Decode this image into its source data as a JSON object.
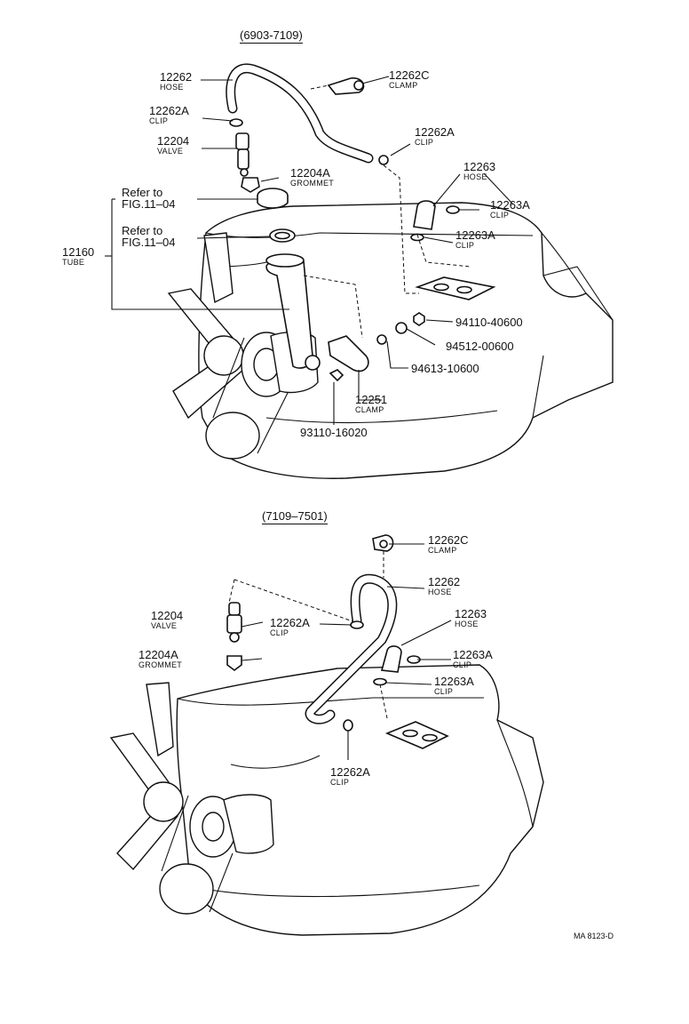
{
  "headers": {
    "top": "(6903-7109)",
    "bottom": "(7109–7501)"
  },
  "top_labels": [
    {
      "id": "t-12262",
      "num": "12262",
      "sub": "HOSE"
    },
    {
      "id": "t-12262c",
      "num": "12262C",
      "sub": "CLAMP"
    },
    {
      "id": "t-12262a-1",
      "num": "12262A",
      "sub": "CLIP"
    },
    {
      "id": "t-12204",
      "num": "12204",
      "sub": "VALVE"
    },
    {
      "id": "t-12262a-2",
      "num": "12262A",
      "sub": "CLIP"
    },
    {
      "id": "t-12204a",
      "num": "12204A",
      "sub": "GROMMET"
    },
    {
      "id": "t-12263",
      "num": "12263",
      "sub": "HOSE"
    },
    {
      "id": "t-12263a-1",
      "num": "12263A",
      "sub": "CLIP"
    },
    {
      "id": "t-12263a-2",
      "num": "12263A",
      "sub": "CLIP"
    },
    {
      "id": "t-12160",
      "num": "12160",
      "sub": "TUBE"
    },
    {
      "id": "t-94110",
      "num": "94110-40600",
      "sub": ""
    },
    {
      "id": "t-94512",
      "num": "94512-00600",
      "sub": ""
    },
    {
      "id": "t-94613",
      "num": "94613-10600",
      "sub": ""
    },
    {
      "id": "t-12251",
      "num": "12251",
      "sub": "CLAMP"
    },
    {
      "id": "t-93110",
      "num": "93110-16020",
      "sub": ""
    }
  ],
  "refer": [
    {
      "line1": "Refer  to",
      "line2": "FIG.11–04"
    },
    {
      "line1": "Refer  to",
      "line2": "FIG.11–04"
    }
  ],
  "bottom_labels": [
    {
      "id": "b-12262c",
      "num": "12262C",
      "sub": "CLAMP"
    },
    {
      "id": "b-12262",
      "num": "12262",
      "sub": "HOSE"
    },
    {
      "id": "b-12204",
      "num": "12204",
      "sub": "VALVE"
    },
    {
      "id": "b-12262a-1",
      "num": "12262A",
      "sub": "CLIP"
    },
    {
      "id": "b-12263",
      "num": "12263",
      "sub": "HOSE"
    },
    {
      "id": "b-12204a",
      "num": "12204A",
      "sub": "GROMMET"
    },
    {
      "id": "b-12263a-1",
      "num": "12263A",
      "sub": "CLIP"
    },
    {
      "id": "b-12263a-2",
      "num": "12263A",
      "sub": "CLIP"
    },
    {
      "id": "b-12262a-2",
      "num": "12262A",
      "sub": "CLIP"
    }
  ],
  "footer": "MA 8123-D"
}
